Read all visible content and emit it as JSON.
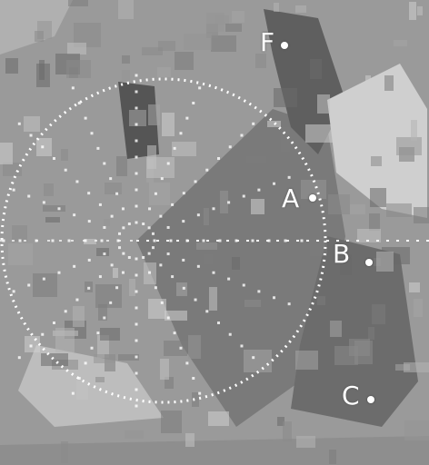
{
  "map": {
    "markers": [
      {
        "id": "F",
        "label": "F"
      },
      {
        "id": "A",
        "label": "A"
      },
      {
        "id": "B",
        "label": "B"
      },
      {
        "id": "C",
        "label": "C"
      }
    ],
    "colors": {
      "base_gray": "#9a9a9a",
      "dark_gray": "#6f6f6f",
      "light_gray": "#c8c8c8",
      "overlay_white": "#ffffff"
    }
  }
}
